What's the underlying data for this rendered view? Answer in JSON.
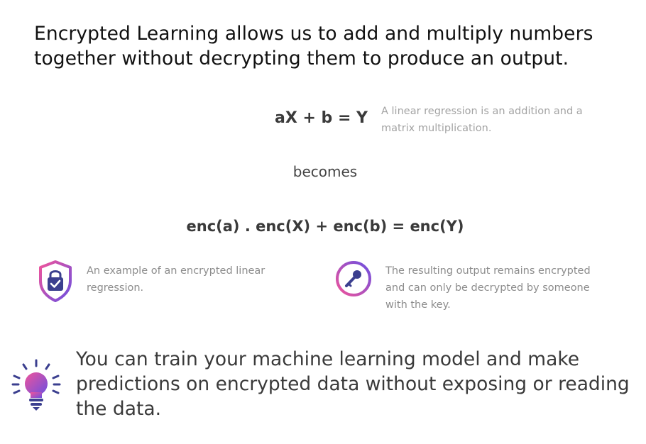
{
  "headline": "Encrypted Learning allows us to add and multiply numbers together without decrypting them to produce an output.",
  "formula_plain": "aX + b = Y",
  "formula_note": "A linear regression is an addition and a matrix multiplication.",
  "becomes": "becomes",
  "formula_encrypted": "enc(a) . enc(X) + enc(b) = enc(Y)",
  "features": [
    {
      "icon": "shield-lock-icon",
      "text": "An example of an encrypted linear regression."
    },
    {
      "icon": "key-icon",
      "text": "The resulting output remains encrypted and can only be decrypted by someone with the key."
    }
  ],
  "callout": {
    "icon": "lightbulb-icon",
    "text": "You can train your machine learning model and make predictions on encrypted data without exposing or reading the data."
  },
  "colors": {
    "gradient_start": "#f0549b",
    "gradient_end": "#6c4fe0",
    "icon_dark": "#3b3f8f"
  }
}
